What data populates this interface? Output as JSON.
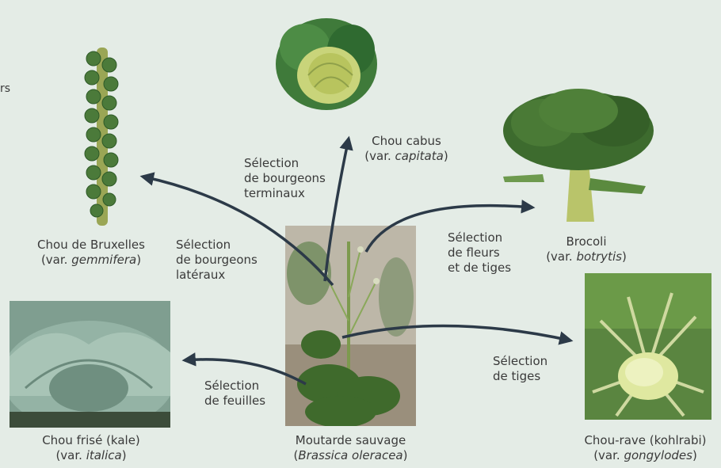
{
  "edge_text": "rs",
  "center": {
    "name": "Moutarde sauvage",
    "sci_open": "(",
    "sci": "Brassica oleracea",
    "sci_close": ")"
  },
  "varieties": [
    {
      "id": "chou-cabus",
      "name": "Chou cabus",
      "var_prefix": "(var. ",
      "var": "capitata",
      "var_suffix": ")"
    },
    {
      "id": "chou-bruxelles",
      "name": "Chou de Bruxelles",
      "var_prefix": "(var. ",
      "var": "gemmifera",
      "var_suffix": ")"
    },
    {
      "id": "brocoli",
      "name": "Brocoli",
      "var_prefix": "(var. ",
      "var": "botrytis",
      "var_suffix": ")"
    },
    {
      "id": "chou-frise",
      "name": "Chou frisé (kale)",
      "var_prefix": "(var. ",
      "var": "italica",
      "var_suffix": ")"
    },
    {
      "id": "chou-rave",
      "name": "Chou-rave (kohlrabi)",
      "var_prefix": "(var. ",
      "var": "gongylodes",
      "var_suffix": ")"
    }
  ],
  "selections": [
    {
      "id": "terminaux",
      "lines": [
        "Sélection",
        "de bourgeons",
        "terminaux"
      ]
    },
    {
      "id": "lateraux",
      "lines": [
        "Sélection",
        "de bourgeons",
        "latéraux"
      ]
    },
    {
      "id": "fleurs",
      "lines": [
        "Sélection",
        "de fleurs",
        "et de tiges"
      ]
    },
    {
      "id": "feuilles",
      "lines": [
        "Sélection",
        "de feuilles"
      ]
    },
    {
      "id": "tiges",
      "lines": [
        "Sélection",
        "de tiges"
      ]
    }
  ],
  "colors": {
    "background": "#e4ece6",
    "arrow": "#2c3a48",
    "text": "#3a3a3a"
  }
}
